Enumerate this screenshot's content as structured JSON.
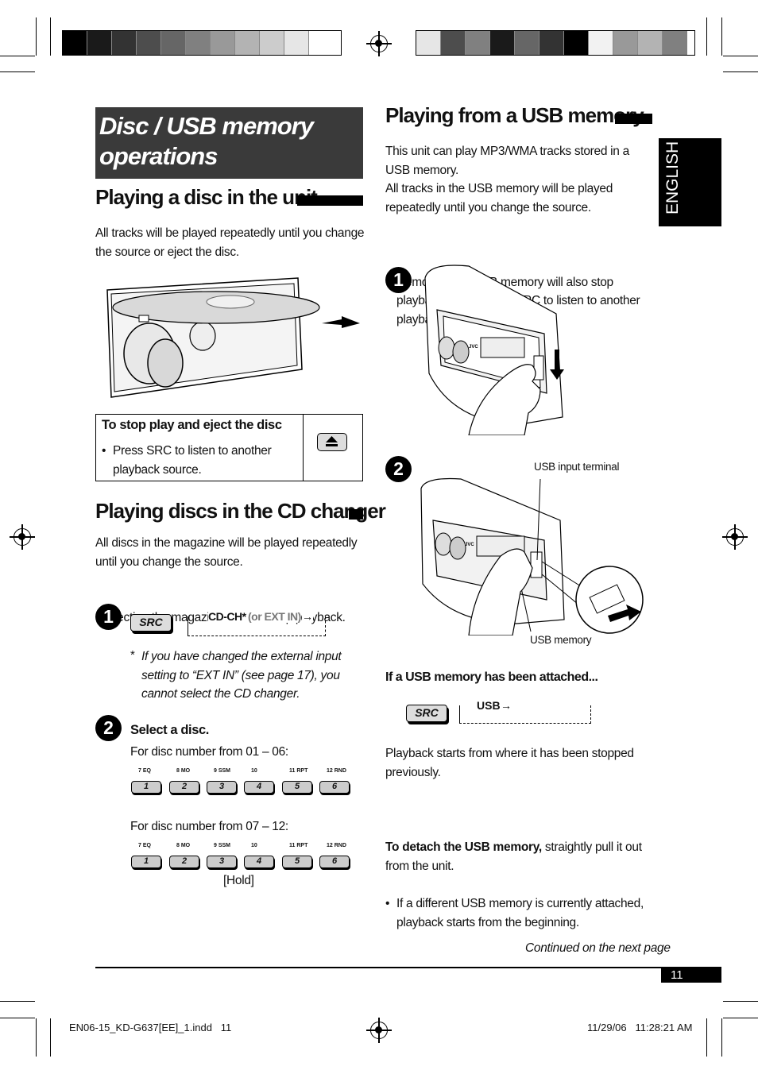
{
  "page_title": "Disc / USB memory operations",
  "section_disc": {
    "heading": "Playing a disc in the unit",
    "text": "All tracks will be played repeatedly until you change the source or eject the disc."
  },
  "stop_box": {
    "heading": "To stop play and eject the disc",
    "bullet": "Press SRC to listen to another playback source."
  },
  "section_changer": {
    "heading": "Playing discs in the CD changer",
    "text": "All discs in the magazine will be played repeatedly until you change the source.",
    "bullet": "Ejecting the magazine will also stop playback.",
    "step1_number": "1",
    "src_label": "SRC",
    "flow_main": "CD-CH*",
    "flow_alt": "(or EXT IN)",
    "footnote_mark": "*",
    "footnote": "If you have changed the external input setting to “EXT IN” (see page 17), you cannot select the CD changer.",
    "step2_number": "2",
    "step2_title": "Select a disc.",
    "range1": "For disc number from 01 – 06:",
    "range2": "For disc number from 07 – 12:",
    "hold": "[Hold]",
    "presets": [
      {
        "top": "7  EQ",
        "num": "1"
      },
      {
        "top": "8  MO",
        "num": "2"
      },
      {
        "top": "9  SSM",
        "num": "3"
      },
      {
        "top": "10",
        "num": "4"
      },
      {
        "top": "11  RPT",
        "num": "5"
      },
      {
        "top": "12  RND",
        "num": "6"
      }
    ]
  },
  "section_usb": {
    "heading": "Playing from a USB memory",
    "p1": "This unit can play MP3/WMA tracks stored in a USB memory.",
    "p2": "All tracks in the USB memory will be played repeatedly until you change the source.",
    "bullet": "Removing the USB memory will also stop playback. Then, press SRC to listen to another playback source.",
    "step1_number": "1",
    "step2_number": "2",
    "label_terminal": "USB input terminal",
    "label_memory": "USB memory",
    "attached_heading": "If a USB memory has been attached...",
    "src_label": "SRC",
    "flow_usb": "USB",
    "p3": "Playback starts from where it has been stopped previously.",
    "bullet2": "If a different USB memory is currently attached, playback starts from the beginning.",
    "detach_bold": "To detach the USB memory,",
    "detach_rest": " straightly pull it out from the unit."
  },
  "side_tab": "ENGLISH",
  "continued": "Continued on the next page",
  "page_number": "11",
  "print_left": "EN06-15_KD-G637[EE]_1.indd   11",
  "print_right": "11/29/06   11:28:21 AM"
}
